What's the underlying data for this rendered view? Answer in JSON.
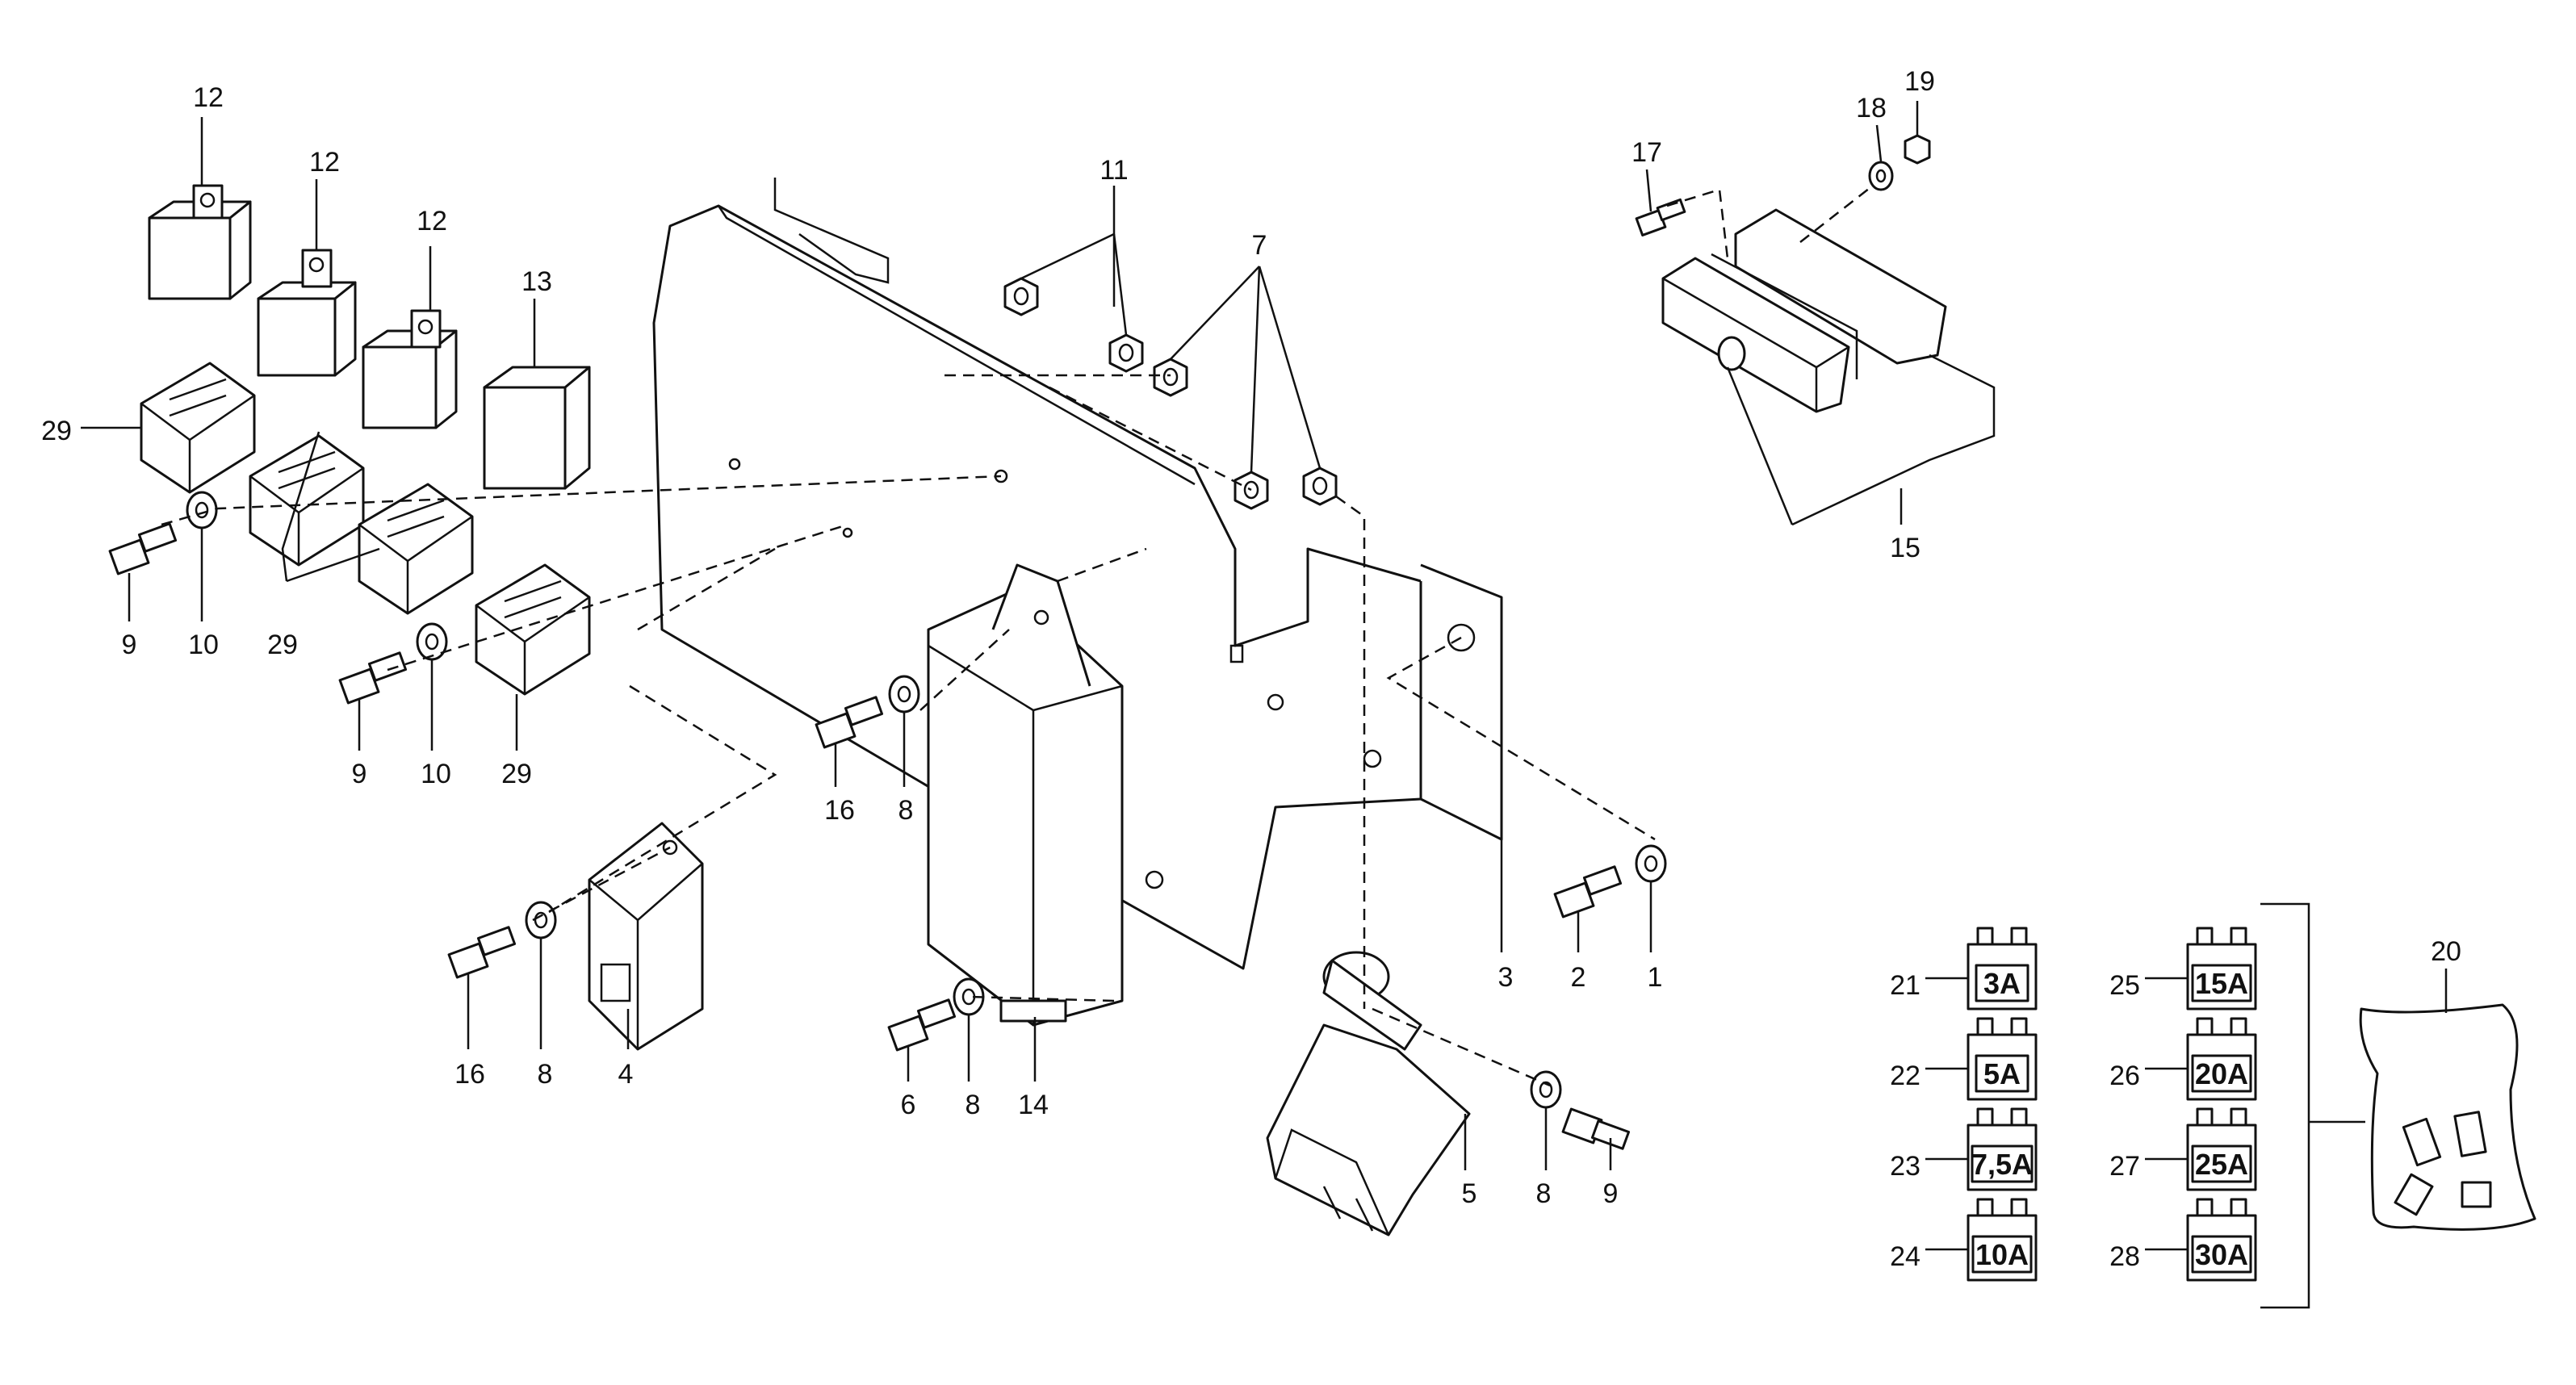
{
  "callouts": {
    "c1": "1",
    "c2": "2",
    "c3": "3",
    "c4": "4",
    "c5": "5",
    "c6": "6",
    "c7": "7",
    "c8a": "8",
    "c8b": "8",
    "c8c": "8",
    "c8d": "8",
    "c9a": "9",
    "c9b": "9",
    "c9c": "9",
    "c10a": "10",
    "c10b": "10",
    "c11": "11",
    "c12a": "12",
    "c12b": "12",
    "c12c": "12",
    "c13": "13",
    "c14": "14",
    "c15": "15",
    "c16a": "16",
    "c16b": "16",
    "c17": "17",
    "c18": "18",
    "c19": "19",
    "c20": "20",
    "c21": "21",
    "c22": "22",
    "c23": "23",
    "c24": "24",
    "c25": "25",
    "c26": "26",
    "c27": "27",
    "c28": "28",
    "c29a": "29",
    "c29b": "29",
    "c29c": "29"
  },
  "fuses": {
    "f21": "3A",
    "f22": "5A",
    "f23": "7,5A",
    "f24": "10A",
    "f25": "15A",
    "f26": "20A",
    "f27": "25A",
    "f28": "30A"
  },
  "colors": {
    "line": "#111111",
    "paper": "#ffffff"
  },
  "icons": {
    "fuse": "blade-fuse-icon",
    "relay": "relay-icon",
    "bolt": "bolt-icon",
    "washer": "washer-icon",
    "nut": "nut-icon"
  }
}
